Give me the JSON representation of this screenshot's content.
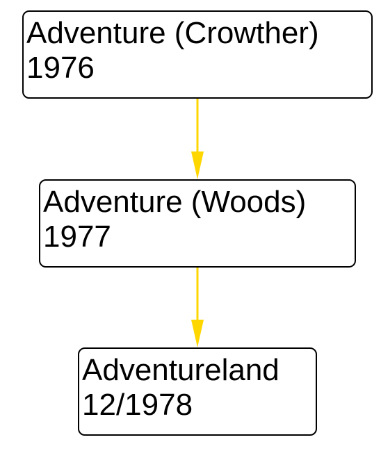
{
  "diagram": {
    "nodes": [
      {
        "id": "crowther",
        "title": "Adventure (Crowther)",
        "date": "1976"
      },
      {
        "id": "woods",
        "title": "Adventure (Woods)",
        "date": "1977"
      },
      {
        "id": "adventureland",
        "title": "Adventureland",
        "date": "12/1978"
      }
    ],
    "edges": [
      {
        "from": "crowther",
        "to": "woods"
      },
      {
        "from": "woods",
        "to": "adventureland"
      }
    ],
    "edge_color": "#FFD700",
    "node_border_color": "#000000"
  }
}
